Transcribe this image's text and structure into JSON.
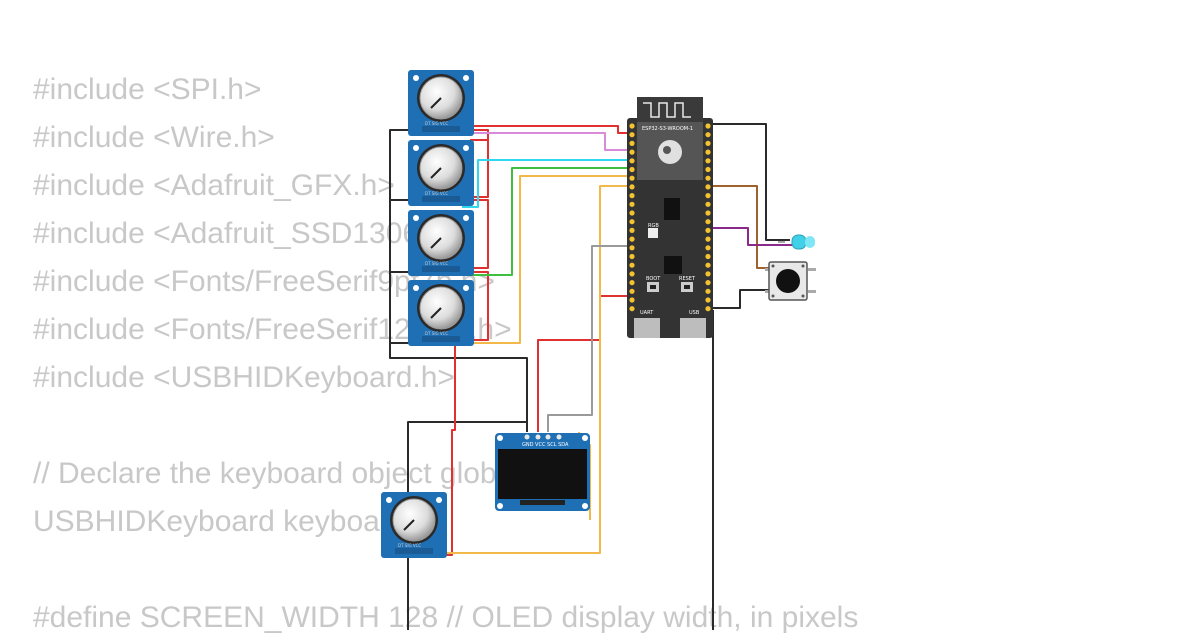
{
  "code_lines": [
    "#include <SPI.h>",
    "#include <Wire.h>",
    "#include <Adafruit_GFX.h>",
    "#include <Adafruit_SSD1306.h>",
    "#include <Fonts/FreeSerif9pt7b.h>",
    "#include <Fonts/FreeSerif12pt7b.h>",
    "#include <USBHIDKeyboard.h>",
    "",
    "// Declare the keyboard object globally",
    "USBHIDKeyboard keyboard;",
    "",
    "#define SCREEN_WIDTH 128 // OLED display width, in pixels"
  ],
  "board": {
    "module_label": "ESP32-S3-WROOM-1",
    "boot_label": "BOOT",
    "reset_label": "RESET",
    "usb_left_label": "UART",
    "usb_right_label": "USB",
    "rgb_label": "RGB"
  },
  "oled": {
    "pin_labels": "GND VCC SCL SDA"
  },
  "pot_pin_labels": "DT SIG VCC",
  "colors": {
    "pcb_blue": "#1f6fb5",
    "board_dark": "#333333",
    "wire_red": "#e03030",
    "wire_black": "#2a2a2a",
    "wire_yellow": "#f2b84a",
    "wire_green": "#3fbf3f",
    "wire_cyan": "#2fd8f0",
    "wire_violet": "#d98ad9",
    "wire_gray": "#9a9a9a",
    "wire_brown": "#a0622d",
    "wire_purple": "#8a2a8a",
    "led": "#40d0e8"
  }
}
